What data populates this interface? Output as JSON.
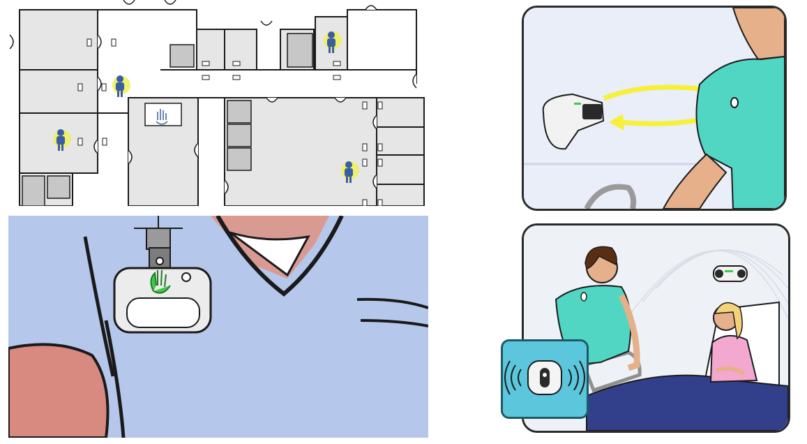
{
  "colors": {
    "room_fill": "#e6e6e6",
    "wall": "#1a1a1a",
    "staff_shirt": "#3a5fa0",
    "locator_halo": "#eef05a",
    "scrubs_blue": "#b5c8ec",
    "scrubs_teal": "#52d6c4",
    "signal_yellow": "#f7f03a",
    "hand_green": "#3fc94a",
    "inset_cyan": "#5cc6dc",
    "blanket_navy": "#32408c",
    "patient_gown": "#f3a8cf",
    "patient_hair": "#f4d27a",
    "nurse_hair": "#5a2e12",
    "skin": "#e6b08a"
  },
  "icons": {
    "locator_person": "person-locator-icon",
    "hand_hygiene": "hand-hygiene-icon",
    "signal_waves": "signal-waves-icon"
  },
  "panels": [
    {
      "id": "floorplan",
      "content": "floor-plan-map"
    },
    {
      "id": "badge-closeup",
      "content": "badge-closeup"
    },
    {
      "id": "wall-sensor-scene",
      "content": "wall-sensor-scene"
    },
    {
      "id": "bed-scene",
      "content": "bed-scene"
    }
  ]
}
